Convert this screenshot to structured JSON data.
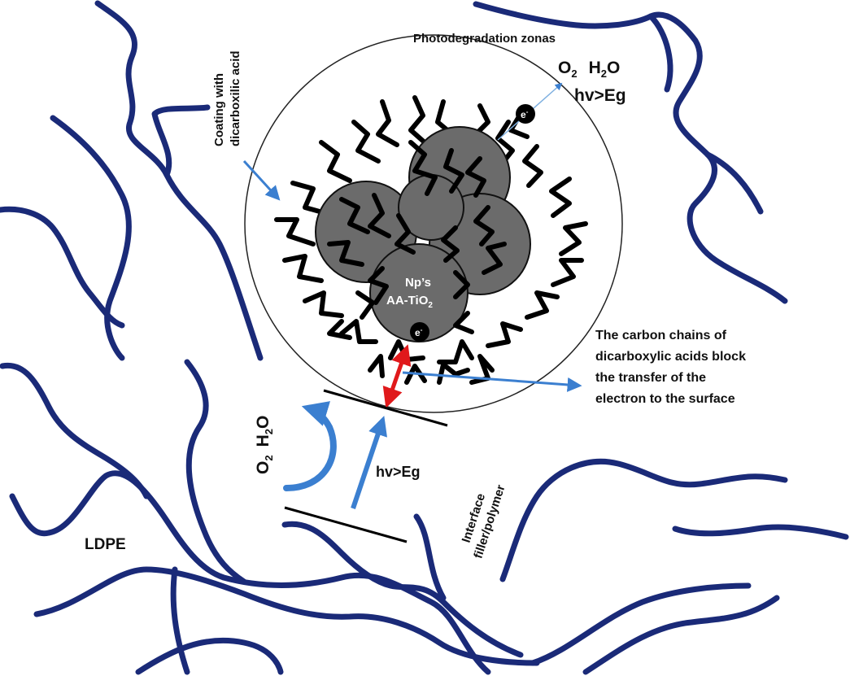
{
  "labels": {
    "photodegradation": "Photodegradation zonas",
    "coating_line1": "Coating with",
    "coating_line2": "dicarboxilic acid",
    "o2": "O",
    "o2_sub": "2",
    "h2o_h": "H",
    "h2o_sub": "2",
    "h2o_o": "O",
    "hv_eg_top": "hv>Eg",
    "hv_eg_bottom": "hv>Eg",
    "np_line1": "Np’s",
    "np_line2": "AA-TiO",
    "np_line2_sub": "2",
    "electron": "e",
    "electron_sup": "-",
    "carbon_line1": "The carbon chains of",
    "carbon_line2": "dicarboxylic acids block",
    "carbon_line3": "the transfer of the",
    "carbon_line4": "electron to the surface",
    "interface_line1": "Interface",
    "interface_line2": "filler/polymer",
    "ldpe": "LDPE"
  },
  "colors": {
    "polymer": "#1a2a78",
    "arrow_blue": "#3b7fd0",
    "arrow_red": "#e0191b",
    "particle": "#6b6b6b",
    "chain": "#000000"
  }
}
